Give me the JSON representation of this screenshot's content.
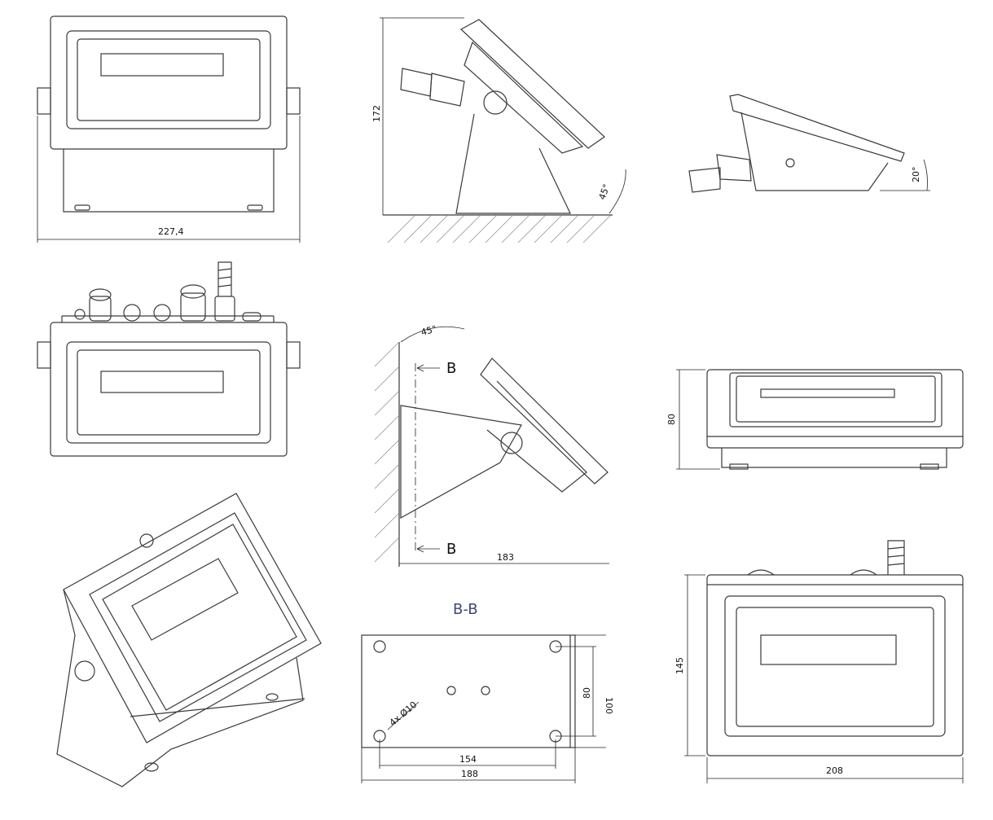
{
  "colors": {
    "line": "#3a3a3a",
    "section_title": "#3c4a6e"
  },
  "labels": {
    "front_width": "227,4",
    "side_height": "172",
    "wall_angle_side": "45°",
    "desk_angle": "20°",
    "wall_angle_top": "45°",
    "section_mark_top": "B",
    "section_mark_bottom": "B",
    "wall_depth": "183",
    "section_title": "B-B",
    "bracket_holes_spacing_v": "80",
    "bracket_height_partial": "100",
    "hole_note": "4x Ø10",
    "bracket_holes_spacing_h": "154",
    "bracket_width": "188",
    "top_view_height": "80",
    "rear_view_height": "145",
    "rear_view_width": "208"
  }
}
